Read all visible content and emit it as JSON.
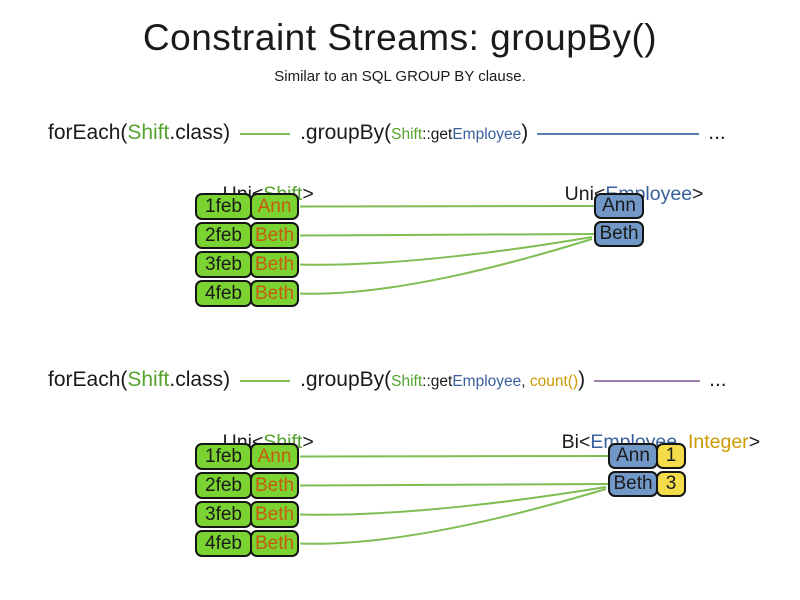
{
  "title": "Constraint Streams: groupBy()",
  "subtitle": "Similar to an SQL GROUP BY clause.",
  "colors": {
    "shift_green_text": "#55A32E",
    "employee_blue_text": "#38609C",
    "integer_gold_text": "#CC9900",
    "name_orange_text": "#C75B10",
    "shift_box_fill": "#7BD331",
    "employee_box_fill": "#7298C8",
    "integer_box_fill": "#F5DC4B",
    "green_wire": "#7EBE52",
    "blue_wire": "#5B7DB1",
    "purple_wire": "#9E7FA8"
  },
  "section1": {
    "code": {
      "foreach_open": "forEach(",
      "foreach_arg": "Shift",
      "foreach_close": ".class)",
      "groupby_open": ".groupBy(",
      "arg_class": "Shift",
      "arg_method": "::get",
      "arg_type": "Employee",
      "groupby_close": ")",
      "ellipsis": "..."
    },
    "left_label": {
      "prefix": "Uni<",
      "type": "Shift",
      "suffix": ">"
    },
    "right_label": {
      "prefix": "Uni<",
      "type": "Employee",
      "suffix": ">"
    },
    "shift_rows": [
      {
        "date": "1feb",
        "name": "Ann"
      },
      {
        "date": "2feb",
        "name": "Beth"
      },
      {
        "date": "3feb",
        "name": "Beth"
      },
      {
        "date": "4feb",
        "name": "Beth"
      }
    ],
    "employees": [
      {
        "name": "Ann"
      },
      {
        "name": "Beth"
      }
    ]
  },
  "section2": {
    "code": {
      "foreach_open": "forEach(",
      "foreach_arg": "Shift",
      "foreach_close": ".class)",
      "groupby_open": ".groupBy(",
      "arg_class": "Shift",
      "arg_method": "::get",
      "arg_type": "Employee",
      "arg_separator": ", ",
      "arg_count": "count()",
      "groupby_close": ")",
      "ellipsis": "..."
    },
    "left_label": {
      "prefix": "Uni<",
      "type": "Shift",
      "suffix": ">"
    },
    "right_label": {
      "prefix": "Bi<",
      "type1": "Employee",
      "separator": ", ",
      "type2": "Integer",
      "suffix": ">"
    },
    "shift_rows": [
      {
        "date": "1feb",
        "name": "Ann"
      },
      {
        "date": "2feb",
        "name": "Beth"
      },
      {
        "date": "3feb",
        "name": "Beth"
      },
      {
        "date": "4feb",
        "name": "Beth"
      }
    ],
    "groups": [
      {
        "name": "Ann",
        "count": "1"
      },
      {
        "name": "Beth",
        "count": "3"
      }
    ]
  }
}
